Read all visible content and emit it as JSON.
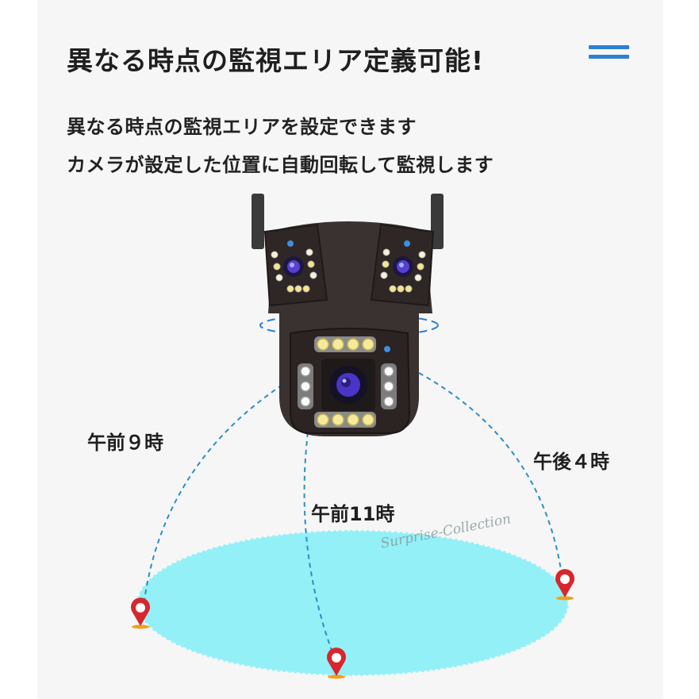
{
  "header": {
    "title": "異なる時点の監視エリア定義可能!",
    "menu_icon": "hamburger-menu-icon"
  },
  "description": {
    "line1": "異なる時点の監視エリアを設定できます",
    "line2": "カメラが設定した位置に自動回転して監視します"
  },
  "positions": [
    {
      "label": "午前９時",
      "icon": "map-pin-icon"
    },
    {
      "label": "午前11時",
      "icon": "map-pin-icon"
    },
    {
      "label": "午後４時",
      "icon": "map-pin-icon"
    }
  ],
  "watermark": "Surprise-Collection",
  "colors": {
    "accent": "#2f7fd6",
    "area_fill": "#93f0f7",
    "dash_line": "#2a8fc4",
    "pin": "#d8262e",
    "camera_body": "#3a3230"
  }
}
